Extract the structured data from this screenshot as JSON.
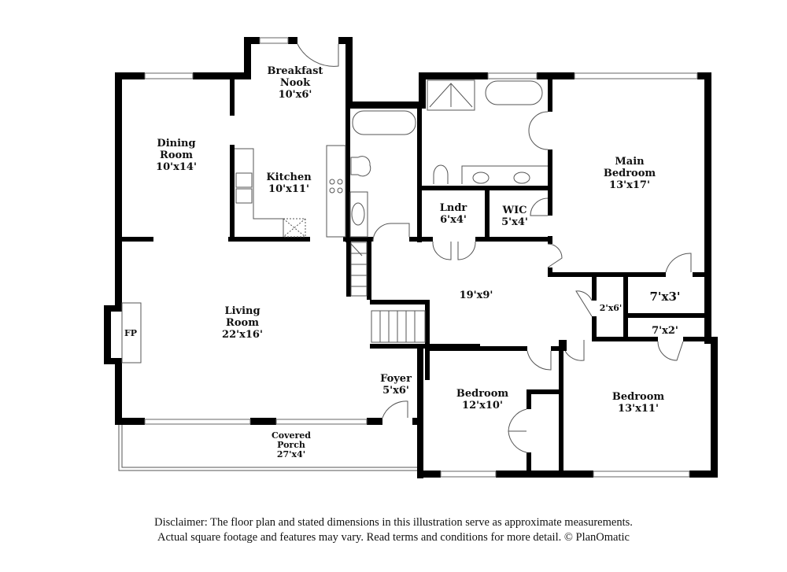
{
  "floorplan": {
    "rooms": [
      {
        "id": "breakfast-nook",
        "name_lines": [
          "Breakfast",
          "Nook"
        ],
        "dims": "10'x6'"
      },
      {
        "id": "dining-room",
        "name_lines": [
          "Dining",
          "Room"
        ],
        "dims": "10'x14'"
      },
      {
        "id": "kitchen",
        "name_lines": [
          "Kitchen"
        ],
        "dims": "10'x11'"
      },
      {
        "id": "main-bedroom",
        "name_lines": [
          "Main",
          "Bedroom"
        ],
        "dims": "13'x17'"
      },
      {
        "id": "laundry",
        "name_lines": [
          "Lndr"
        ],
        "dims": "6'x4'"
      },
      {
        "id": "wic",
        "name_lines": [
          "WIC"
        ],
        "dims": "5'x4'"
      },
      {
        "id": "hall",
        "name_lines": [],
        "dims": "19'x9'"
      },
      {
        "id": "closet-a",
        "name_lines": [],
        "dims": "2'x6'"
      },
      {
        "id": "closet-b",
        "name_lines": [],
        "dims": "7'x3'"
      },
      {
        "id": "closet-c",
        "name_lines": [],
        "dims": "7'x2'"
      },
      {
        "id": "living-room",
        "name_lines": [
          "Living",
          "Room"
        ],
        "dims": "22'x16'"
      },
      {
        "id": "fireplace",
        "name_lines": [
          "FP"
        ],
        "dims": ""
      },
      {
        "id": "foyer",
        "name_lines": [
          "Foyer"
        ],
        "dims": "5'x6'"
      },
      {
        "id": "bedroom-2",
        "name_lines": [
          "Bedroom"
        ],
        "dims": "12'x10'"
      },
      {
        "id": "bedroom-3",
        "name_lines": [
          "Bedroom"
        ],
        "dims": "13'x11'"
      },
      {
        "id": "covered-porch",
        "name_lines": [
          "Covered",
          "Porch"
        ],
        "dims": "27'x4'"
      }
    ]
  },
  "disclaimer": {
    "line1": "Disclaimer: The floor plan and stated dimensions in this illustration serve as approximate measurements.",
    "line2": "Actual square footage and features may vary. Read terms and conditions for more detail. © PlanOmatic"
  },
  "colors": {
    "wall": "#000000",
    "background": "#ffffff",
    "fixture_line": "#555555"
  }
}
